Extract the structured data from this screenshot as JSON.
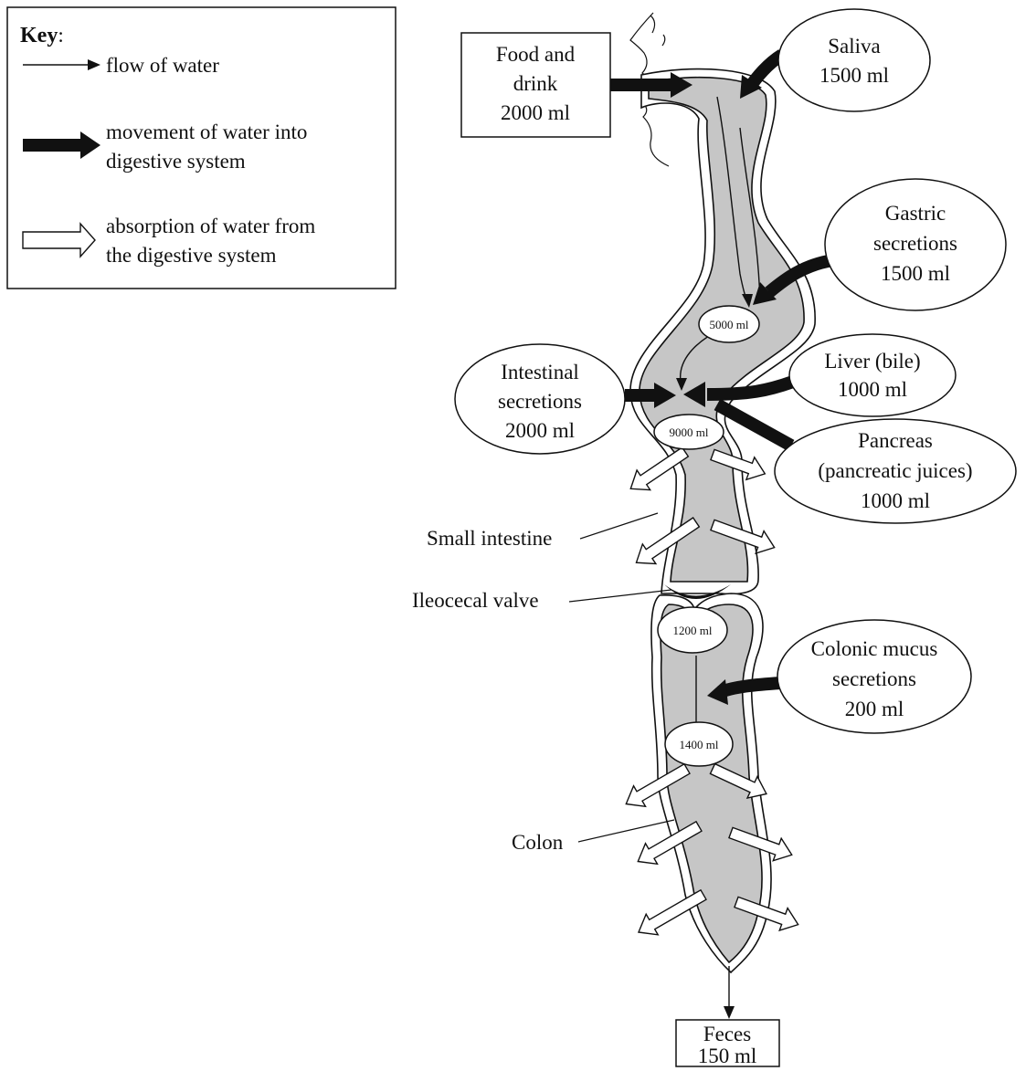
{
  "key": {
    "title": "Key",
    "colon": ":",
    "flow": "flow of water",
    "movement_line1": "movement of water into",
    "movement_line2": "digestive system",
    "absorption_line1": "absorption of water from",
    "absorption_line2": "the digestive system"
  },
  "inputs": {
    "food_line1": "Food and",
    "food_line2": "drink",
    "food_volume": "2000 ml",
    "saliva_name": "Saliva",
    "saliva_volume": "1500 ml",
    "gastric_line1": "Gastric",
    "gastric_line2": "secretions",
    "gastric_volume": "1500 ml",
    "liver_name": "Liver (bile)",
    "liver_volume": "1000 ml",
    "intestinal_line1": "Intestinal",
    "intestinal_line2": "secretions",
    "intestinal_volume": "2000 ml",
    "pancreas_line1": "Pancreas",
    "pancreas_line2": "(pancreatic juices)",
    "pancreas_volume": "1000 ml",
    "colonic_line1": "Colonic mucus",
    "colonic_line2": "secretions",
    "colonic_volume": "200 ml"
  },
  "volumes": {
    "stomach": "5000 ml",
    "duodenum": "9000 ml",
    "caecum": "1200 ml",
    "colon": "1400 ml"
  },
  "labels": {
    "small_intestine": "Small intestine",
    "ileocecal_valve": "Ileocecal valve",
    "colon": "Colon"
  },
  "output": {
    "feces_name": "Feces",
    "feces_volume": "150 ml"
  }
}
